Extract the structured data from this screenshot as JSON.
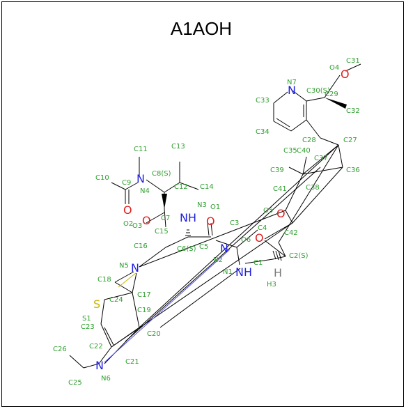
{
  "title": "A1AOH",
  "colors": {
    "carbon_label": "#2e9e2e",
    "nitrogen": "#1f1fe0",
    "oxygen": "#e01f1f",
    "sulfur": "#c8b400",
    "hydrogen": "#7a7a7a",
    "bond": "#000000",
    "long_bond": "#4a4ae0"
  },
  "atoms": {
    "N": "N",
    "NH": "NH",
    "O": "O",
    "S": "S",
    "H": "H"
  },
  "labels": {
    "C31": "C31",
    "O4": "O4",
    "N7": "N7",
    "C30S": "C30(S)",
    "C29": "C29",
    "C33": "C33",
    "C32": "C32",
    "C34": "C34",
    "C28": "C28",
    "C27": "C27",
    "C35": "C35",
    "C40": "C40",
    "C37": "C37",
    "C36": "C36",
    "C39": "C39",
    "C41": "C41",
    "C38": "C38",
    "O5": "O5",
    "C3": "C3",
    "C4": "C4",
    "C42": "C42",
    "O6": "O6",
    "C1": "C1",
    "C2S": "C2(S)",
    "H3": "H3",
    "N1": "N1",
    "N2": "N2",
    "C11": "C11",
    "C13": "C13",
    "C8S": "C8(S)",
    "C9": "C9",
    "C10": "C10",
    "C12": "C12",
    "C14": "C14",
    "N4": "N4",
    "C7": "C7",
    "N3": "N3",
    "O1": "O1",
    "O2": "O2",
    "O3": "O3",
    "C15": "C15",
    "C5": "C5",
    "C6S": "C6(S)",
    "C16": "C16",
    "N5": "N5",
    "C18": "C18",
    "C24": "C24",
    "C17": "C17",
    "S1": "S1",
    "C19": "C19",
    "C23": "C23",
    "C20": "C20",
    "C26": "C26",
    "C22": "C22",
    "C21": "C21",
    "N6": "N6",
    "C25": "C25"
  }
}
